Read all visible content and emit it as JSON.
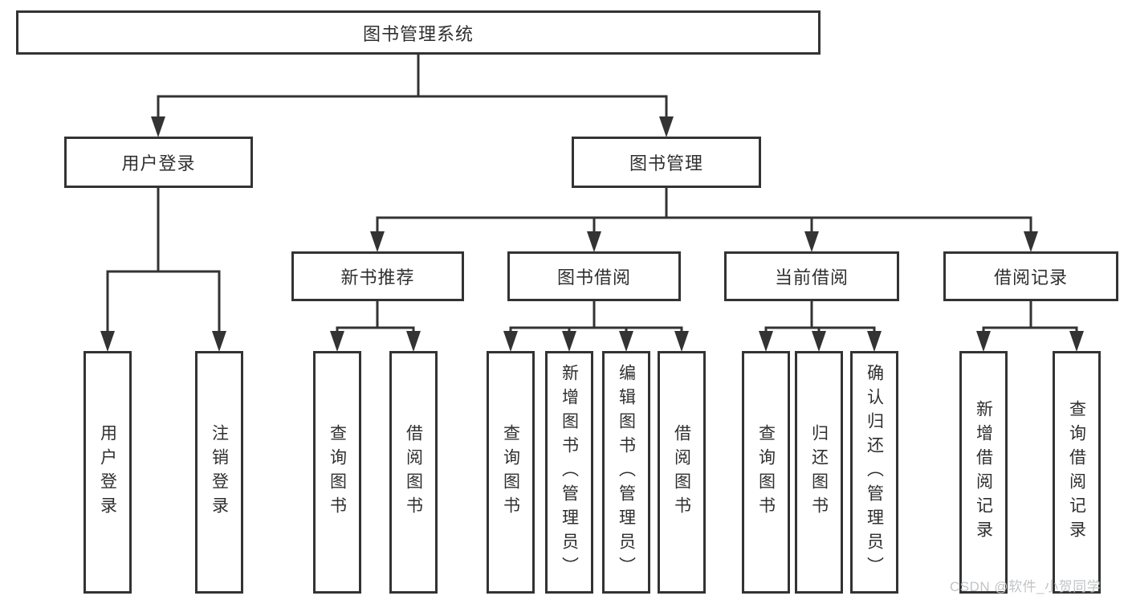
{
  "diagram_title": "图书管理系统",
  "tree": {
    "root": {
      "label": "图书管理系统"
    },
    "branches": [
      {
        "label": "用户登录",
        "children": [
          {
            "label": "用户登录"
          },
          {
            "label": "注销登录"
          }
        ]
      },
      {
        "label": "图书管理",
        "children": [
          {
            "label": "新书推荐",
            "children": [
              {
                "label": "查询图书"
              },
              {
                "label": "借阅图书"
              }
            ]
          },
          {
            "label": "图书借阅",
            "children": [
              {
                "label": "查询图书"
              },
              {
                "label": "新增图书（管理员）"
              },
              {
                "label": "编辑图书（管理员）"
              },
              {
                "label": "借阅图书"
              }
            ]
          },
          {
            "label": "当前借阅",
            "children": [
              {
                "label": "查询图书"
              },
              {
                "label": "归还图书"
              },
              {
                "label": "确认归还（管理员）"
              }
            ]
          },
          {
            "label": "借阅记录",
            "children": [
              {
                "label": "新增借阅记录"
              },
              {
                "label": "查询借阅记录"
              }
            ]
          }
        ]
      }
    ]
  },
  "watermark": {
    "text": "CSDN @软件_小贺同学"
  },
  "colors": {
    "line": "#333333",
    "box_border": "#333333",
    "box_background": "#ffffff",
    "text": "#2f2f2f",
    "watermark": "#c2c4c7",
    "background": "#ffffff"
  }
}
